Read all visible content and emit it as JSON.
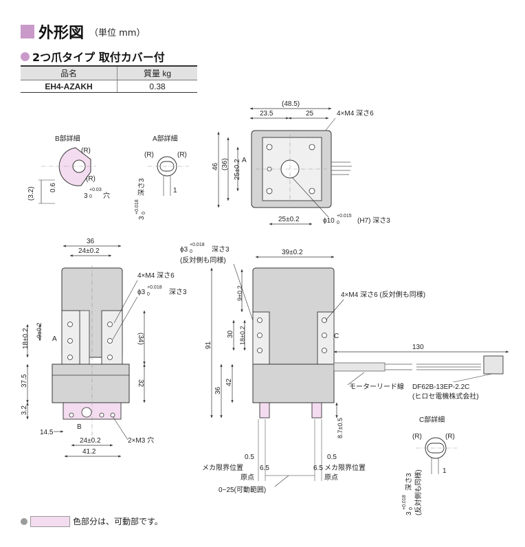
{
  "header": {
    "title": "外形図",
    "unit": "（単位 mm）"
  },
  "subtitle": "2つ爪タイプ 取付カバー付",
  "spec_table": {
    "col_name": "品名",
    "col_mass": "質量 kg",
    "model": "EH4-AZAKH",
    "mass": "0.38"
  },
  "labels": {
    "detail_b": "B部詳細",
    "detail_a": "A部詳細",
    "detail_c": "C部詳細",
    "r": "(R)",
    "a": "A",
    "b": "B",
    "c": "C",
    "b_32": "(3.2)",
    "b_06": "0.6",
    "b_hole": "3",
    "b_tol_up": "+0.03",
    "b_tol_lo": "0",
    "b_hole_suffix": "穴",
    "a_depth": "3",
    "a_tol_up": "+0.018",
    "a_tol_lo": "0",
    "a_depth_suffix": "深さ3",
    "a_1": "1",
    "top_485": "(48.5)",
    "top_235": "23.5",
    "top_25": "25",
    "top_m4": "4×M4 深さ6",
    "top_46": "46",
    "top_36": "(36)",
    "top_25v": "25±0.2",
    "top_25h": "25±0.2",
    "top_phi": "ϕ10",
    "top_phi_up": "+0.015",
    "top_phi_lo": "0",
    "top_phi_suffix": "(H7) 深さ3",
    "f_36": "36",
    "f_24": "24±0.2",
    "f_m4": "4×M4 深さ6",
    "f_phi3": "ϕ3",
    "f_phi3_up": "+0.018",
    "f_phi3_lo": "0",
    "f_phi3_suffix": "深さ3",
    "f_9": "9±0.2",
    "f_18": "18±0.2",
    "f_34": "(34)",
    "f_375": "37.5",
    "f_32": "32",
    "f_32b": "3.2",
    "f_145": "14.5",
    "f_24b": "24±0.2",
    "f_412": "41.2",
    "f_m3": "2×M3 穴",
    "s_phi3": "ϕ3",
    "s_phi3_up": "+0.018",
    "s_phi3_lo": "0",
    "s_phi3_suffix": "深さ3",
    "s_phi3_note": "(反対側も同様)",
    "s_39": "39±0.2",
    "s_m4": "4×M4 深さ6 (反対側も同様)",
    "s_130": "130",
    "s_9": "9±0.2",
    "s_30": "30",
    "s_18": "18±0.2",
    "s_91": "91",
    "s_36": "36",
    "s_42": "42",
    "s_motor": "モーターリード線",
    "s_conn": "DF62B-13EP-2.2C",
    "s_maker": "(ヒロセ電機株式会社)",
    "s_87": "8.7±0.5",
    "s_05a": "0.5",
    "s_05b": "0.5",
    "s_limit_l": "メカ限界位置",
    "s_limit_r": "メカ限界位置",
    "s_65a": "6.5",
    "s_65b": "6.5",
    "s_origin_l": "原点",
    "s_origin_r": "原点",
    "s_range": "0−25(可動範囲)",
    "c_depth": "3",
    "c_tol_up": "+0.018",
    "c_tol_lo": "0",
    "c_depth_suffix": "深さ3",
    "c_note": "(反対側も同様)",
    "c_1": "1"
  },
  "legend": {
    "text": "色部分は、可動部です。"
  },
  "colors": {
    "accent": "#c99ac9",
    "movable": "#f3dcef",
    "body": "#d4d4d4",
    "body_dark": "#b8b8b8"
  }
}
